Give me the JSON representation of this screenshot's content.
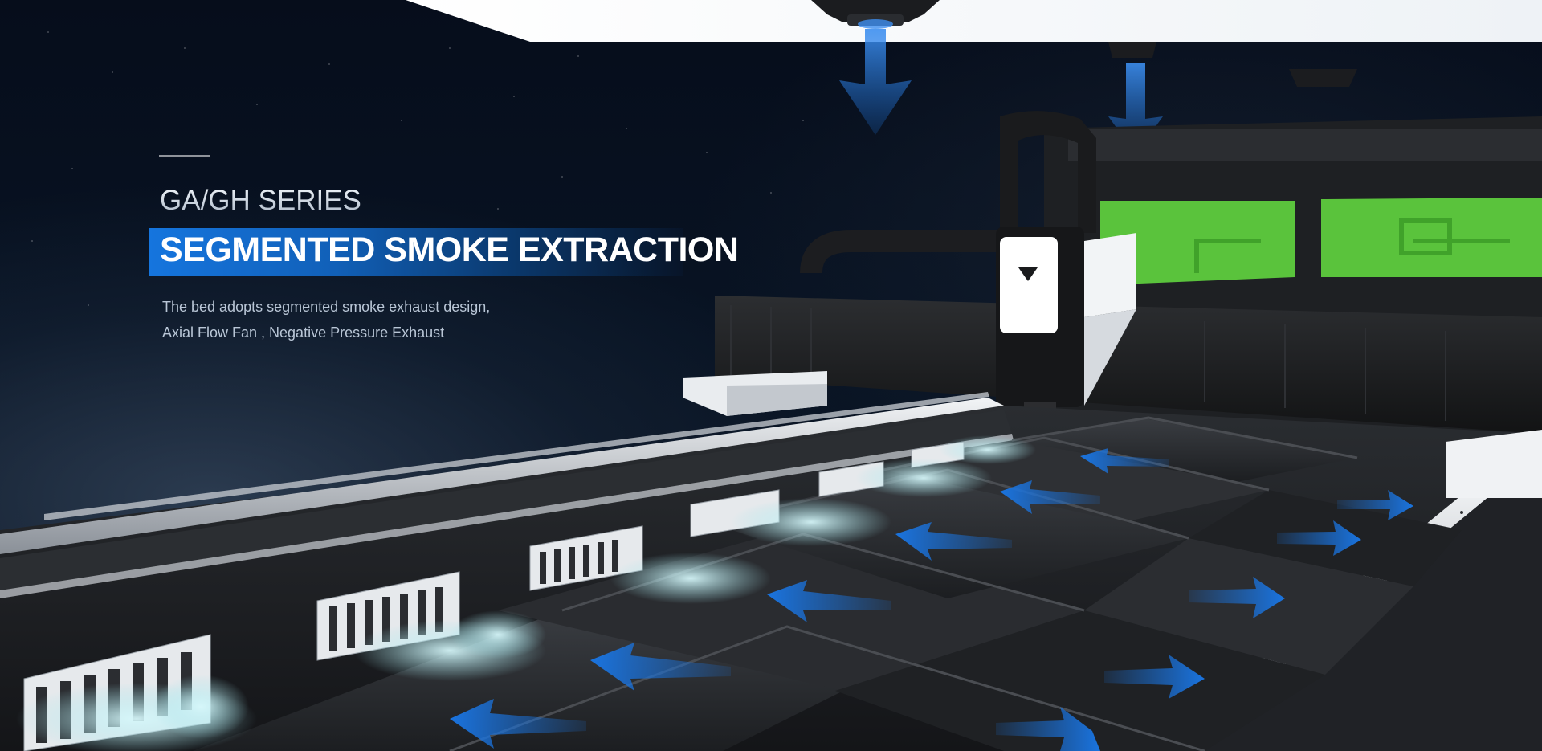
{
  "hero": {
    "series_label": "GA/GH SERIES",
    "headline": "SEGMENTED SMOKE EXTRACTION",
    "description_lines": [
      "The bed adopts segmented smoke exhaust design,",
      "Axial Flow Fan , Negative Pressure Exhaust"
    ]
  },
  "scene": {
    "subject": "laser-cutting-machine-bed",
    "colors": {
      "airflow_arrow": "#1a74e0",
      "headline_bar": "#1575de",
      "protective_window": "#5fd13f",
      "smoke": "#bfeff3"
    }
  }
}
